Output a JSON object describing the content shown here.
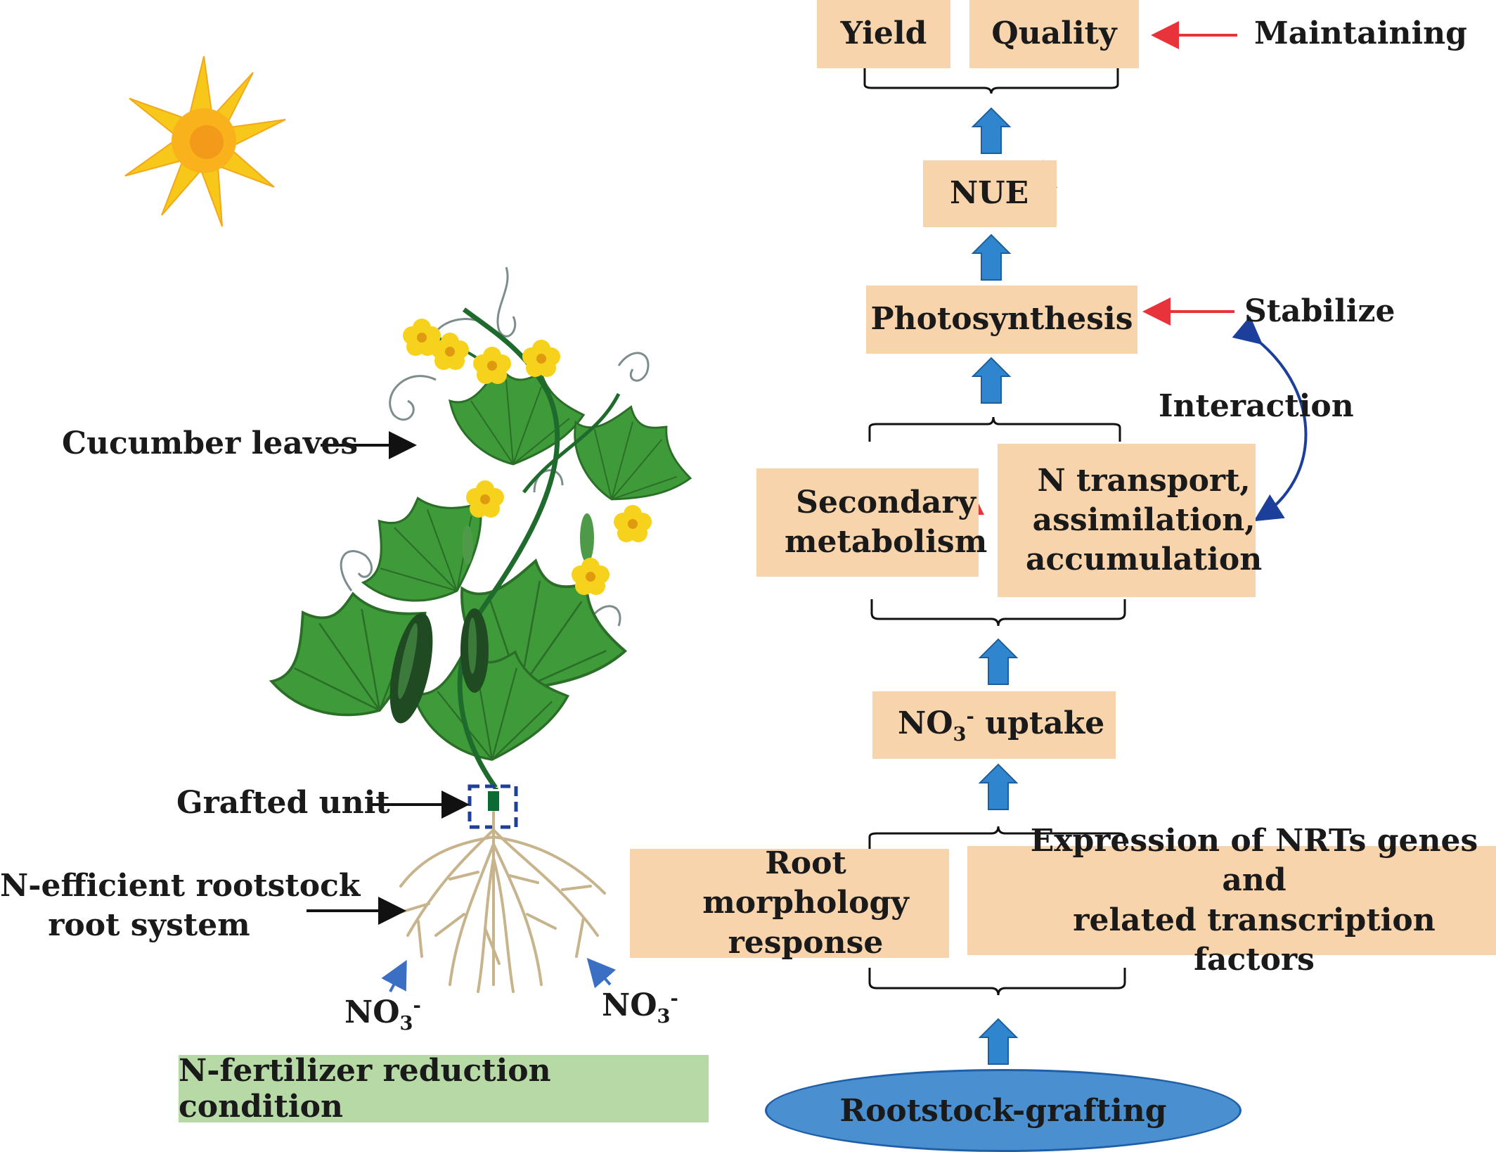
{
  "plant": {
    "cucumber_leaves": "Cucumber leaves",
    "grafted_unit": "Grafted unit",
    "rootstock_line1": "N-efficient rootstock",
    "rootstock_line2": "root system",
    "nitrate_base": "NO",
    "nitrate_sub": "3",
    "nitrate_sup": "-",
    "condition": "N-fertilizer reduction condition"
  },
  "flow": {
    "yield": "Yield",
    "quality": "Quality",
    "maintaining": "Maintaining",
    "nue": "NUE",
    "photosynthesis": "Photosynthesis",
    "stabilize": "Stabilize",
    "interaction": "Interaction",
    "secondary_line1": "Secondary",
    "secondary_line2": "metabolism",
    "n_transport_line1": "N transport,",
    "n_transport_line2": "assimilation,",
    "n_transport_line3": "accumulation",
    "uptake_base": "NO",
    "uptake_sub": "3",
    "uptake_sup": "-",
    "uptake_word": " uptake",
    "root_morph_line1": "Root morphology",
    "root_morph_line2": "response",
    "expression_line1": "Expression of NRTs genes and",
    "expression_line2": "related transcription factors",
    "rootstock_grafting": "Rootstock-grafting"
  },
  "colors": {
    "box_fill": "#f8d4ac",
    "condition_fill": "#b6d9a6",
    "oval_fill": "#4a8fd0",
    "up_arrow_blue": "#2f86cf",
    "increase_arrow_red": "#e8333a",
    "interaction_arrow": "#1b3f9a",
    "leaf_green": "#3f9a3a",
    "flower_yellow": "#f7d21c",
    "sun_yellow": "#f7c81a"
  }
}
